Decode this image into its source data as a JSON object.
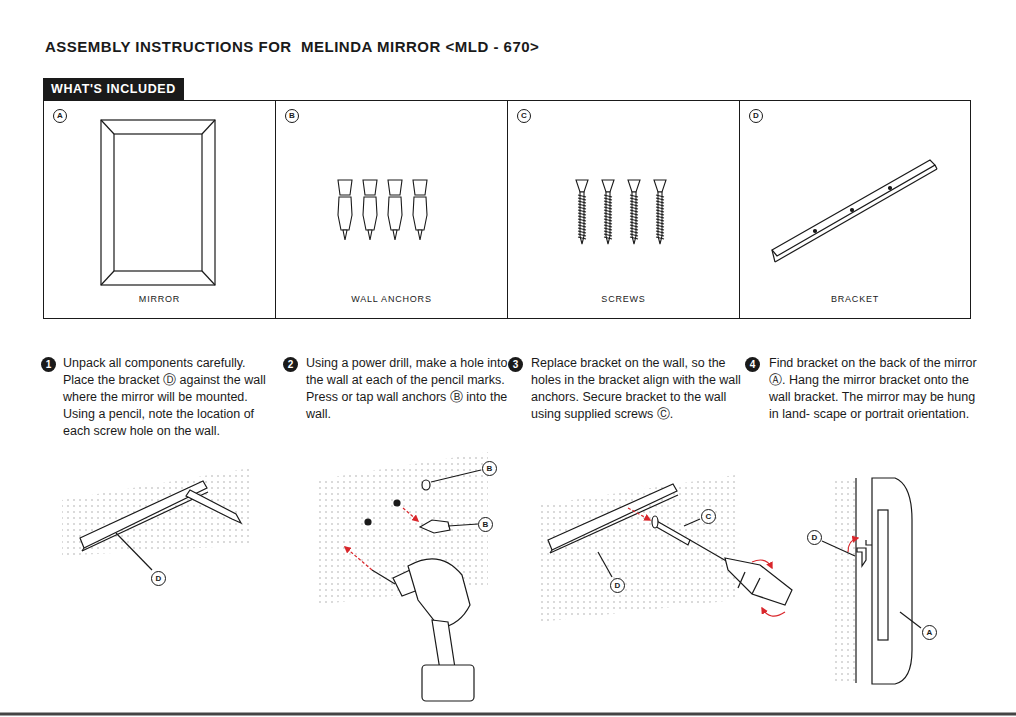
{
  "diagram": {
    "title": "ASSEMBLY INSTRUCTIONS FOR  MELINDA MIRROR <MLD - 670>",
    "nodes": [
      {
        "text": [
          "WHAT'S INCLUDED"
        ]
      },
      {
        "text": [
          "A",
          "MIRROR"
        ]
      },
      {
        "text": [
          "B",
          "WALL ANCHORS"
        ]
      },
      {
        "text": [
          "C",
          "SCREWS"
        ]
      },
      {
        "text": [
          "D",
          "BRACKET"
        ]
      }
    ],
    "labels": [
      "1",
      "Unpack all components carefully. Place the bracket Ⓓ against the wall where the mirror will be mounted. Using a pencil, note the location of each screw hole on the wall.",
      "2",
      "Using a power drill, make a hole into the wall at each of the pencil marks. Press or tap wall anchors Ⓑ into the wall.",
      "3",
      "Replace bracket on the wall, so the holes in the bracket align with the wall anchors. Secure bracket to the wall using supplied screws Ⓒ.",
      "4",
      "Find bracket on the back of the mirror Ⓐ. Hang the mirror bracket onto the wall bracket. The mirror may be hung in land- scape or portrait orientation.",
      "D",
      "B",
      "B",
      "C",
      "D",
      "D",
      "A"
    ]
  }
}
